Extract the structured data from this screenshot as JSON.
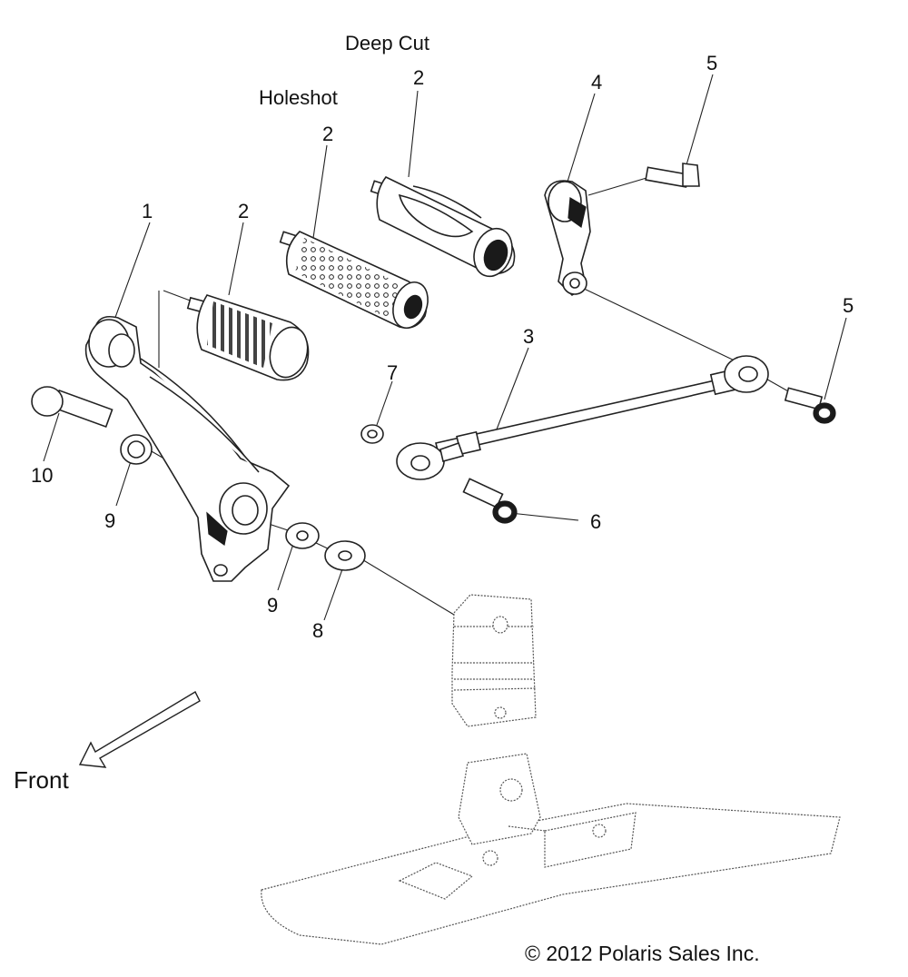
{
  "captions": {
    "deep_cut": "Deep Cut",
    "holeshot": "Holeshot"
  },
  "callouts": [
    {
      "id": "c1",
      "text": "1"
    },
    {
      "id": "c2a",
      "text": "2"
    },
    {
      "id": "c2b",
      "text": "2"
    },
    {
      "id": "c2c",
      "text": "2"
    },
    {
      "id": "c3",
      "text": "3"
    },
    {
      "id": "c4",
      "text": "4"
    },
    {
      "id": "c5a",
      "text": "5"
    },
    {
      "id": "c5b",
      "text": "5"
    },
    {
      "id": "c6",
      "text": "6"
    },
    {
      "id": "c7",
      "text": "7"
    },
    {
      "id": "c8",
      "text": "8"
    },
    {
      "id": "c9a",
      "text": "9"
    },
    {
      "id": "c9b",
      "text": "9"
    },
    {
      "id": "c10",
      "text": "10"
    }
  ],
  "direction": {
    "label": "Front"
  },
  "copyright": "© 2012 Polaris Sales Inc."
}
